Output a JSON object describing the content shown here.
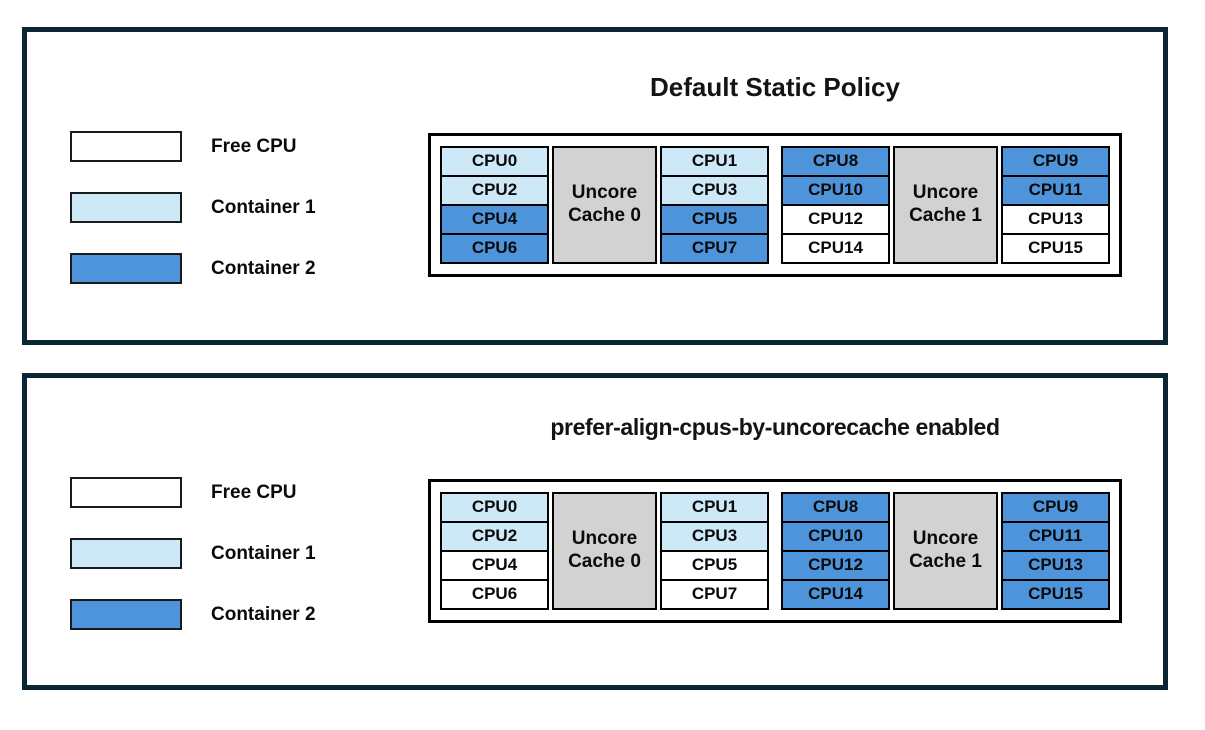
{
  "colors": {
    "free_cpu": "#ffffff",
    "container1": "#cde8f6",
    "container2": "#4e94db",
    "uncore_cache_fill": "#d2d2d2",
    "panel_border": "#0c2533",
    "cell_border": "#000000"
  },
  "legend": {
    "items": [
      {
        "label": "Free CPU",
        "state": "free"
      },
      {
        "label": "Container 1",
        "state": "container1"
      },
      {
        "label": "Container 2",
        "state": "container2"
      }
    ]
  },
  "panels": [
    {
      "title": "Default Static Policy",
      "groups": [
        {
          "cache_label": "Uncore Cache 0",
          "left": [
            {
              "label": "CPU0",
              "state": "container1"
            },
            {
              "label": "CPU2",
              "state": "container1"
            },
            {
              "label": "CPU4",
              "state": "container2"
            },
            {
              "label": "CPU6",
              "state": "container2"
            }
          ],
          "right": [
            {
              "label": "CPU1",
              "state": "container1"
            },
            {
              "label": "CPU3",
              "state": "container1"
            },
            {
              "label": "CPU5",
              "state": "container2"
            },
            {
              "label": "CPU7",
              "state": "container2"
            }
          ]
        },
        {
          "cache_label": "Uncore Cache 1",
          "left": [
            {
              "label": "CPU8",
              "state": "container2"
            },
            {
              "label": "CPU10",
              "state": "container2"
            },
            {
              "label": "CPU12",
              "state": "free"
            },
            {
              "label": "CPU14",
              "state": "free"
            }
          ],
          "right": [
            {
              "label": "CPU9",
              "state": "container2"
            },
            {
              "label": "CPU11",
              "state": "container2"
            },
            {
              "label": "CPU13",
              "state": "free"
            },
            {
              "label": "CPU15",
              "state": "free"
            }
          ]
        }
      ]
    },
    {
      "title": "prefer-align-cpus-by-uncorecache enabled",
      "groups": [
        {
          "cache_label": "Uncore Cache 0",
          "left": [
            {
              "label": "CPU0",
              "state": "container1"
            },
            {
              "label": "CPU2",
              "state": "container1"
            },
            {
              "label": "CPU4",
              "state": "free"
            },
            {
              "label": "CPU6",
              "state": "free"
            }
          ],
          "right": [
            {
              "label": "CPU1",
              "state": "container1"
            },
            {
              "label": "CPU3",
              "state": "container1"
            },
            {
              "label": "CPU5",
              "state": "free"
            },
            {
              "label": "CPU7",
              "state": "free"
            }
          ]
        },
        {
          "cache_label": "Uncore Cache 1",
          "left": [
            {
              "label": "CPU8",
              "state": "container2"
            },
            {
              "label": "CPU10",
              "state": "container2"
            },
            {
              "label": "CPU12",
              "state": "container2"
            },
            {
              "label": "CPU14",
              "state": "container2"
            }
          ],
          "right": [
            {
              "label": "CPU9",
              "state": "container2"
            },
            {
              "label": "CPU11",
              "state": "container2"
            },
            {
              "label": "CPU13",
              "state": "container2"
            },
            {
              "label": "CPU15",
              "state": "container2"
            }
          ]
        }
      ]
    }
  ]
}
